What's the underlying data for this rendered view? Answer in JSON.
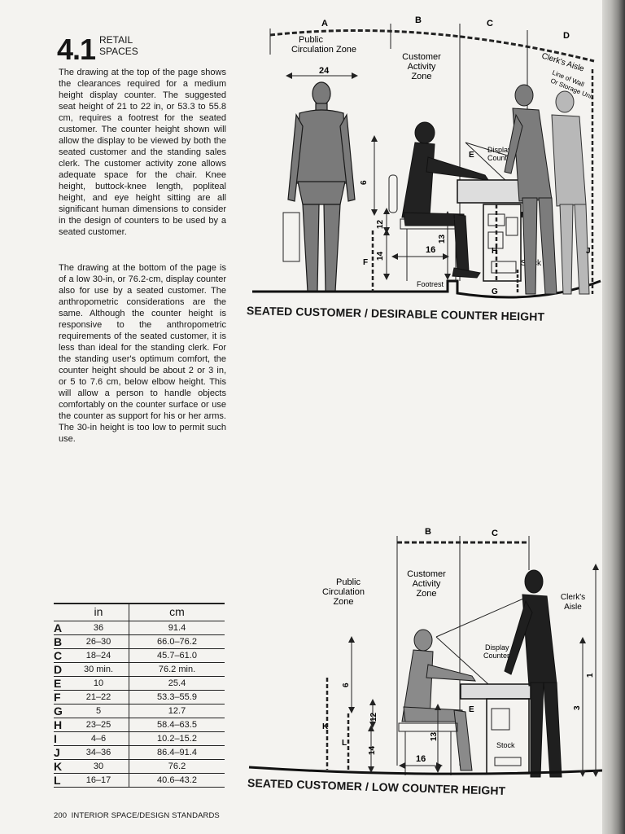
{
  "heading": {
    "number": "4.1",
    "subtitle_line1": "RETAIL",
    "subtitle_line2": "SPACES"
  },
  "paragraphs": [
    "The drawing at the top of the page shows the clearances required for a medium height display counter. The suggested seat height of 21 to 22 in, or 53.3 to 55.8 cm, requires a footrest for the seated customer. The counter height shown will allow the display to be viewed by both the seated customer and the standing sales clerk. The customer activity zone allows adequate space for the chair. Knee height, buttock-knee length, popliteal height, and eye height sitting are all significant human dimensions to consider in the design of counters to be used by a seated customer.",
    "The drawing at the bottom of the page is of a low 30-in, or 76.2-cm, display counter also for use by a seated customer. The anthropometric considerations are the same. Although the counter height is responsive to the anthropometric requirements of the seated customer, it is less than ideal for the standing clerk. For the standing user's optimum comfort, the counter height should be about 2 or 3 in, or 5 to 7.6 cm, below elbow height. This will allow a person to handle objects comfortably on the counter surface or use the counter as support for his or her arms. The 30-in height is too low to permit such use."
  ],
  "figure_top": {
    "caption": "SEATED CUSTOMER / DESIRABLE COUNTER HEIGHT",
    "letters": {
      "a": "A",
      "b": "B",
      "c": "C",
      "d": "D",
      "e": "E",
      "f": "F",
      "g": "G",
      "h": "H",
      "j": "J",
      "i": "I"
    },
    "zone_public_1": "Public",
    "zone_public_2": "Circulation Zone",
    "zone_customer_1": "Customer",
    "zone_customer_2": "Activity",
    "zone_customer_3": "Zone",
    "zone_clerk": "Clerk's Aisle",
    "wall_1": "Line of Wall",
    "wall_2": "Or Storage Unit",
    "display_1": "Display",
    "display_2": "Counter",
    "dim_24": "24",
    "dim_16": "16",
    "dim_14": "14",
    "dim_6": "6",
    "dim_12": "12",
    "dim_13": "13",
    "stock": "Stock",
    "footrest": "Footrest"
  },
  "figure_bottom": {
    "caption": "SEATED CUSTOMER / LOW COUNTER HEIGHT",
    "letters": {
      "b": "B",
      "c": "C",
      "e": "E",
      "k": "K",
      "l": "L"
    },
    "zone_public_1": "Public",
    "zone_public_2": "Circulation",
    "zone_public_3": "Zone",
    "zone_customer_1": "Customer",
    "zone_customer_2": "Activity",
    "zone_customer_3": "Zone",
    "zone_clerk_1": "Clerk's",
    "zone_clerk_2": "Aisle",
    "display_1": "Display",
    "display_2": "Counter",
    "dim_6": "6",
    "dim_12": "12",
    "dim_13": "13",
    "dim_14": "14",
    "dim_16": "16",
    "dim_1": "1",
    "dim_3": "3",
    "stock": "Stock"
  },
  "table": {
    "headers": {
      "in": "in",
      "cm": "cm"
    },
    "rows": [
      {
        "key": "A",
        "in": "36",
        "cm": "91.4"
      },
      {
        "key": "B",
        "in": "26–30",
        "cm": "66.0–76.2"
      },
      {
        "key": "C",
        "in": "18–24",
        "cm": "45.7–61.0"
      },
      {
        "key": "D",
        "in": "30 min.",
        "cm": "76.2 min."
      },
      {
        "key": "E",
        "in": "10",
        "cm": "25.4"
      },
      {
        "key": "F",
        "in": "21–22",
        "cm": "53.3–55.9"
      },
      {
        "key": "G",
        "in": "5",
        "cm": "12.7"
      },
      {
        "key": "H",
        "in": "23–25",
        "cm": "58.4–63.5"
      },
      {
        "key": "I",
        "in": "4–6",
        "cm": "10.2–15.2"
      },
      {
        "key": "J",
        "in": "34–36",
        "cm": "86.4–91.4"
      },
      {
        "key": "K",
        "in": "30",
        "cm": "76.2"
      },
      {
        "key": "L",
        "in": "16–17",
        "cm": "40.6–43.2"
      }
    ]
  },
  "footer": {
    "page_number": "200",
    "title": "INTERIOR SPACE/DESIGN STANDARDS"
  }
}
